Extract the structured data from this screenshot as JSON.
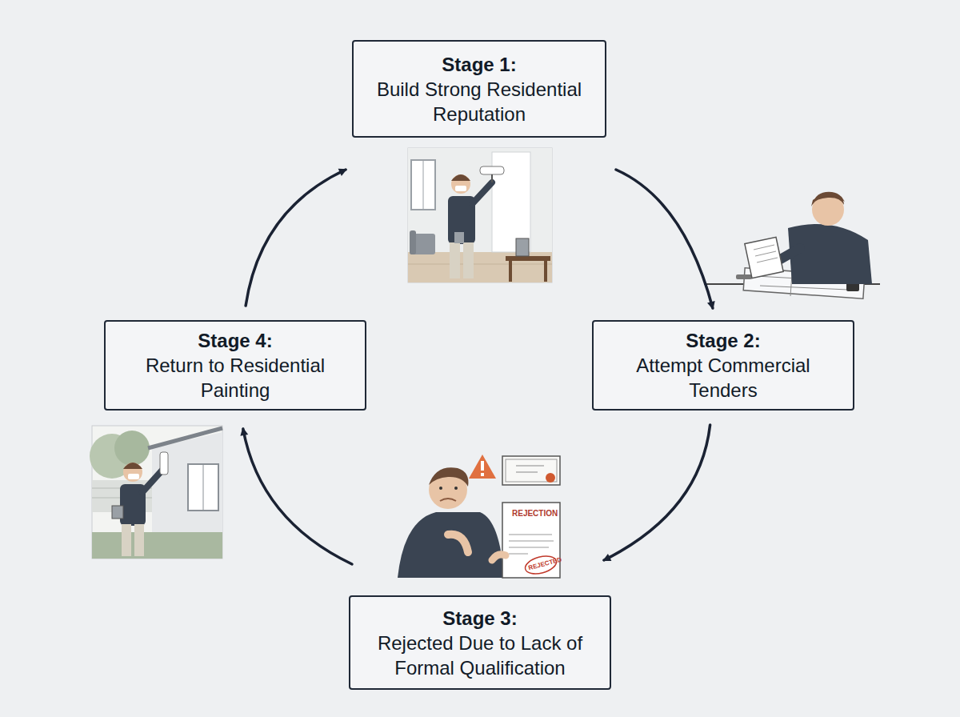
{
  "diagram": {
    "nodes": [
      {
        "text": [
          "Stage 1:",
          "Build Strong Residential Reputation"
        ]
      },
      {
        "text": [
          "Stage 2:",
          "Attempt Commercial Tenders"
        ]
      },
      {
        "text": [
          "Stage 3:",
          "Rejected Due to Lack of Formal Qualification"
        ]
      },
      {
        "text": [
          "Stage 4:",
          "Return to Residential Painting"
        ]
      }
    ],
    "edges": [
      {
        "from": 0,
        "to": 1,
        "arrow": "to"
      },
      {
        "from": 1,
        "to": 2,
        "arrow": "to"
      },
      {
        "from": 2,
        "to": 3,
        "arrow": "to"
      },
      {
        "from": 3,
        "to": 0,
        "arrow": "to"
      }
    ],
    "labels": [
      "REJECTION",
      "REJECTED"
    ]
  }
}
